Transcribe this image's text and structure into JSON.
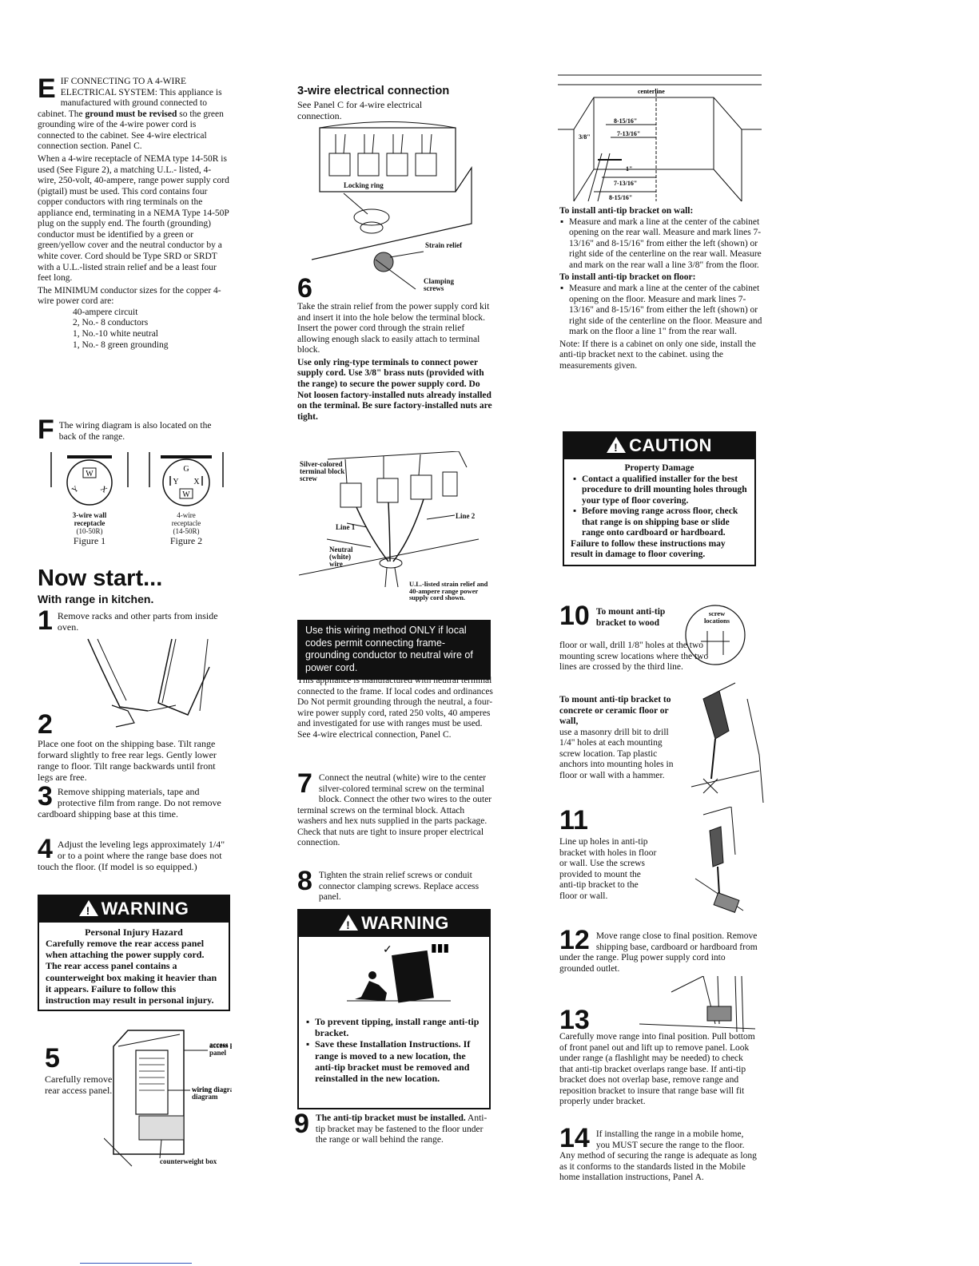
{
  "col1": {
    "e_letter": "E",
    "e_lead": "IF CONNECTING TO A 4-WIRE ELECTRICAL SYSTEM:",
    "e_text1": "This appliance is manufactured with ground connected to cabinet. The",
    "e_bold": "ground must be revised",
    "e_text2": "so the green grounding wire of the 4-wire power cord is connected to the cabinet. See 4-wire electrical connection section. Panel C.",
    "e_para2": "When a 4-wire receptacle of NEMA type 14-50R is used (See Figure 2), a matching U.L.- listed, 4-wire, 250-volt, 40-ampere, range power supply cord (pigtail) must be used. This cord contains four copper conductors with ring terminals on the appliance end, terminating in a NEMA Type 14-50P plug on the supply end. The fourth (grounding) conductor must be identified by a green or green/yellow cover and the neutral conductor by a white cover. Cord should be Type SRD or SRDT with a U.L.-listed strain relief and be a least four feet long.",
    "e_para3": "The MINIMUM conductor sizes for the copper 4-wire power cord are:",
    "e_sizes": [
      "40-ampere circuit",
      "2, No.- 8 conductors",
      "1, No.-10 white neutral",
      "1, No.- 8 green grounding"
    ],
    "f_letter": "F",
    "f_text": "The wiring diagram is also located on the back of the range.",
    "fig1": {
      "label1": "3-wire wall",
      "label2": "receptacle",
      "label3": "(10-50R)",
      "caption": "Figure 1",
      "w": "W",
      "x": "X",
      "y": "Y"
    },
    "fig2": {
      "label1": "4-wire",
      "label2": "receptacle",
      "label3": "(14-50R)",
      "caption": "Figure 2",
      "g": "G",
      "w": "W",
      "x": "X",
      "y": "Y"
    },
    "now_start": "Now start...",
    "with_range": "With range in kitchen.",
    "step1_num": "1",
    "step1": "Remove racks and other parts from inside oven.",
    "step2_num": "2",
    "step2": "Place one foot on the shipping base. Tilt range forward slightly to free rear legs. Gently lower range to floor. Tilt range backwards until front legs are free.",
    "step3_num": "3",
    "step3": "Remove shipping materials, tape and protective film from range. Do not remove cardboard shipping base at this time.",
    "step4_num": "4",
    "step4": "Adjust the leveling legs approximately 1/4\" or to a point where the range base does not touch the floor. (If model is so equipped.)",
    "warning_head": "WARNING",
    "warning_sub": "Personal Injury Hazard",
    "warning_text": "Carefully remove the rear access panel when attaching the power supply cord. The rear access panel contains a counterweight box making it heavier than it appears. Failure to follow this instruction may result in personal injury.",
    "step5_num": "5",
    "step5": "Carefully remove rear access panel.",
    "fig5_access": "access panel",
    "fig5_wiring": "wiring diagram",
    "fig5_counter": "counterweight box"
  },
  "col2": {
    "title": "3-wire electrical connection",
    "subtitle": "See Panel C for 4-wire electrical connection.",
    "fig6_locking": "Locking ring",
    "fig6_strain": "Strain relief",
    "fig6_clamp": "Clamping screws",
    "step6_num": "6",
    "step6_text": "Take the strain relief from the power supply cord kit and insert it into the hole below the terminal block. Insert the power cord through the strain relief allowing enough slack to easily attach to terminal block.",
    "step6_bold": "Use only ring-type terminals to connect power supply cord. Use 3/8\" brass nuts (provided with the range) to secure the power supply cord. Do Not loosen factory-installed nuts already installed on the terminal. Be sure factory-installed nuts are tight.",
    "fig7_silver": "Silver-colored terminal block screw",
    "fig7_line1": "Line 1",
    "fig7_line2": "Line 2",
    "fig7_neutral": "Neutral (white) wire",
    "fig7_ul": "U.L.-listed strain relief and 40-ampere range power supply cord shown.",
    "blackbox": "Use this wiring method ONLY if local codes permit connecting frame-grounding conductor to neutral wire of power cord.",
    "frame_text": "This appliance is manufactured with neutral terminal connected to the frame. If local codes and ordinances Do Not permit grounding through the neutral, a four-wire power supply cord, rated 250 volts, 40 amperes and investigated for use with ranges must be used. See 4-wire electrical connection, Panel C.",
    "step7_num": "7",
    "step7": "Connect the neutral (white) wire to the center silver-colored terminal screw on the terminal block. Connect the other two wires to the outer terminal screws on the terminal block. Attach washers and hex nuts supplied in the parts package. Check that nuts are tight to insure proper electrical connection.",
    "step8_num": "8",
    "step8": "Tighten the strain relief screws or conduit connector clamping screws. Replace access panel.",
    "warning_head": "WARNING",
    "warning_b1": "To prevent tipping, install range anti-tip bracket.",
    "warning_b2": "Save these Installation Instructions. If range is moved to a new location, the anti-tip bracket must be removed and reinstalled in the new location.",
    "step9_num": "9",
    "step9_bold": "The anti-tip bracket must be installed.",
    "step9": "Anti-tip bracket may be fastened to the floor under the range or wall behind the range."
  },
  "col3": {
    "diag_centerline": "centerline",
    "diag_d1": "8-15/16\"",
    "diag_d2": "7-13/16\"",
    "diag_d3": "3/8\"",
    "diag_d4": "1\"",
    "diag_d5": "7-13/16\"",
    "diag_d6": "8-15/16\"",
    "wall_head": "To install anti-tip bracket on wall:",
    "wall_text": "Measure and mark a line at the center of the cabinet opening on the rear wall. Measure and mark lines 7-13/16\" and 8-15/16\" from either the left (shown) or right side of the centerline on the rear wall. Measure and mark on the rear wall a line 3/8\" from the floor.",
    "floor_head": "To install anti-tip bracket on floor:",
    "floor_text": "Measure and mark a line at the center of the cabinet opening on the floor. Measure and mark lines 7-13/16\" and 8-15/16\" from either the left (shown) or right side of the centerline on the floor. Measure and mark on the floor a line 1\" from the rear wall.",
    "note": "Note: If there is a cabinet on only one side, install the anti-tip bracket next to the cabinet. using the measurements given.",
    "caution_head": "CAUTION",
    "caution_sub": "Property Damage",
    "caution_b1": "Contact a qualified installer for the best procedure to drill mounting holes through your type of floor covering.",
    "caution_b2": "Before moving range across floor, check that range is on shipping base or slide range onto cardboard or hardboard.",
    "caution_fail": "Failure to follow these instructions may result in damage to floor covering.",
    "step10_num": "10",
    "step10_lead": "To mount anti-tip bracket to wood",
    "step10": "floor or wall, drill 1/8\" holes at the two mounting screw locations where the two lines are crossed by the third line.",
    "screw_loc": "screw locations",
    "concrete_head": "To mount anti-tip bracket to concrete or ceramic floor or wall,",
    "concrete": "use a masonry drill bit to drill 1/4\" holes at each mounting screw location. Tap plastic anchors into mounting holes in floor or wall with a hammer.",
    "step11_num": "11",
    "step11": "Line up holes in anti-tip bracket with holes in floor or wall. Use the screws provided to mount the anti-tip bracket to the floor or wall.",
    "step12_num": "12",
    "step12": "Move range close to final position. Remove shipping base, cardboard or hardboard from under the range. Plug power supply cord into grounded outlet.",
    "step13_num": "13",
    "step13": "Carefully move range into final position. Pull bottom of front panel out and lift up to remove panel. Look under range (a flashlight may be needed) to check that anti-tip bracket overlaps range base. If anti-tip bracket does not overlap base, remove range and reposition bracket to insure that range base will fit properly under bracket.",
    "step14_num": "14",
    "step14": "If installing the range in a mobile home, you MUST secure the range to the floor. Any method of securing the range is adequate as long as it conforms to the standards listed in the Mobile home installation instructions, Panel A."
  }
}
